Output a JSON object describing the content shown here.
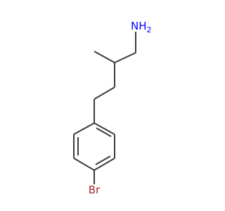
{
  "molecule": {
    "atoms": {
      "nitrogen": {
        "symbol": "N",
        "hydrogens": "H",
        "subscript": "2",
        "color": "#0000ff"
      },
      "bromine": {
        "symbol": "Br",
        "color": "#a52a2a"
      }
    },
    "bond_color": "#3b3b3b"
  }
}
